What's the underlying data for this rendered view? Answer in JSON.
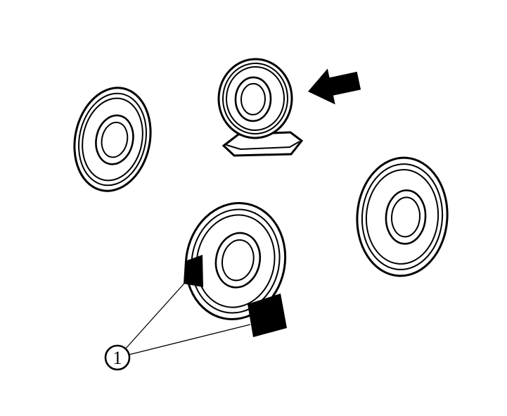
{
  "page": {
    "background_color": "#ffffff",
    "line_color": "#000000",
    "mark_color": "#000000"
  },
  "diagram": {
    "type": "parts-illustration",
    "callouts": [
      {
        "label": "1"
      }
    ],
    "parts": [
      {
        "name": "ring-insulator-top-left"
      },
      {
        "name": "ring-insulator-with-bracket-top-center"
      },
      {
        "name": "ring-insulator-right"
      },
      {
        "name": "ring-insulator-bottom-with-black-marks"
      }
    ],
    "arrow": {
      "direction": "left"
    }
  }
}
